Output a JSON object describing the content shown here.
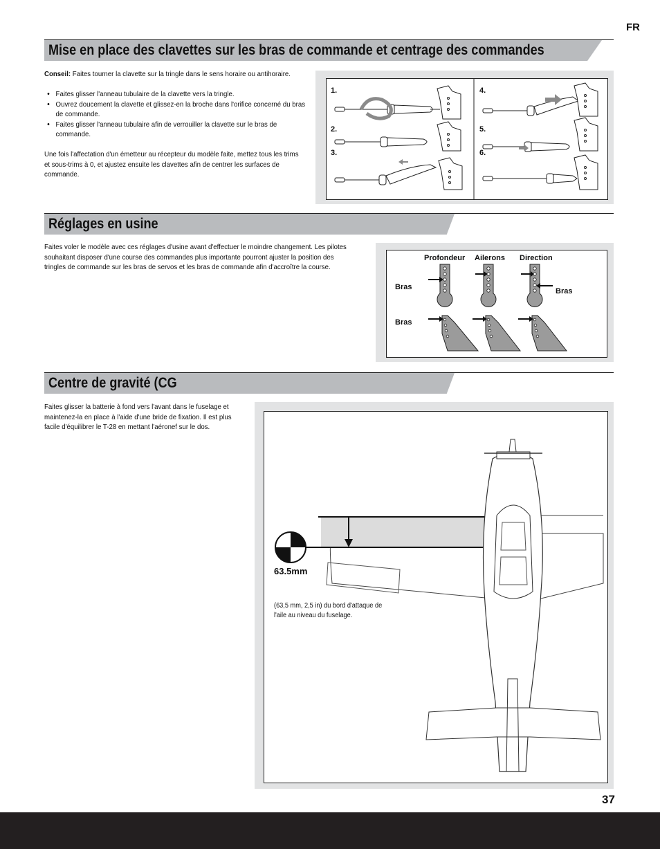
{
  "page": {
    "language": "FR",
    "number": "37"
  },
  "section1": {
    "title": "Mise en place des clavettes sur les bras de commande et centrage des commandes",
    "tip_label": "Conseil:",
    "tip_text": " Faites tourner la clavette sur la tringle dans le sens horaire ou antihoraire.",
    "bullets": [
      "Faites glisser l'anneau tubulaire de la clavette vers la tringle.",
      "Ouvrez doucement la clavette et glissez-en la broche dans l'orifice concerné du bras de commande.",
      "Faites glisser l'anneau tubulaire afin de verrouiller la clavette sur le bras de commande."
    ],
    "paragraph": "Une fois l'affectation d'un émetteur au récepteur du modèle faite, mettez tous les trims et sous-trims à 0, et ajustez ensuite les clavettes afin de centrer les surfaces de commande.",
    "steps": [
      "1.",
      "2.",
      "3.",
      "4.",
      "5.",
      "6."
    ]
  },
  "section2": {
    "title": "Réglages en usine",
    "paragraph": "Faites voler le modèle avec ces réglages d'usine avant d'effectuer le moindre changement. Les pilotes souhaitant disposer d'une course des commandes plus importante pourront ajuster la position des tringles de commande sur les bras de servos et les bras de commande afin d'accroître la course.",
    "columns": [
      "Profondeur",
      "Ailerons",
      "Direction"
    ],
    "bras_label": "Bras"
  },
  "section3": {
    "title": "Centre de gravité (CG",
    "paragraph": "Faites glisser la batterie à fond vers l'avant dans le fuselage et maintenez-la en place à l'aide d'une bride de fixation. Il est plus facile d'équilibrer le T-28 en mettant l'aéronef sur le dos.",
    "cg_value": "63.5mm",
    "cg_note": "(63,5 mm, 2,5 in) du bord d'attaque de l'aile au niveau du fuselage."
  }
}
